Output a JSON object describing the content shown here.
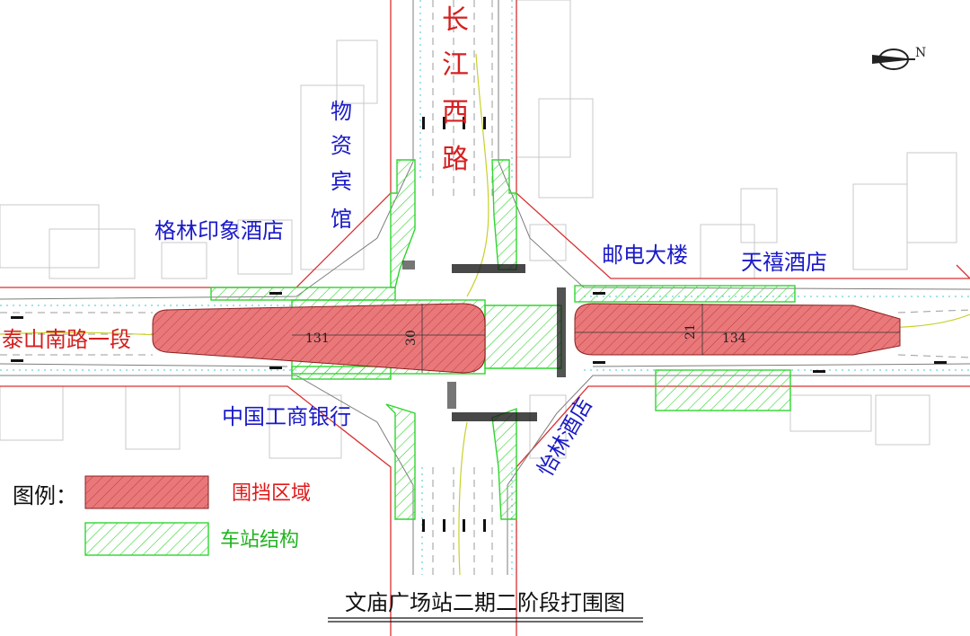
{
  "title": "文庙广场站二期二阶段打围图",
  "map": {
    "street_changjiang": [
      "长",
      "江",
      "西",
      "路"
    ],
    "street_taishan": "泰山南路一段",
    "label_wuzi": [
      "物",
      "资",
      "宾",
      "馆"
    ],
    "label_gelin": "格林印象酒店",
    "label_youdian": "邮电大楼",
    "label_tianxi": "天禧酒店",
    "label_icbc": "中国工商银行",
    "label_yilin": "怡林酒店",
    "dim_131": "131",
    "dim_30": "30",
    "dim_21": "21",
    "dim_134": "134",
    "north_letter": "N"
  },
  "legend": {
    "heading": "图例：",
    "items": [
      {
        "label": "围挡区域",
        "color": "#e9787a"
      },
      {
        "label": "车站结构",
        "color": "#2fd52f"
      }
    ]
  }
}
